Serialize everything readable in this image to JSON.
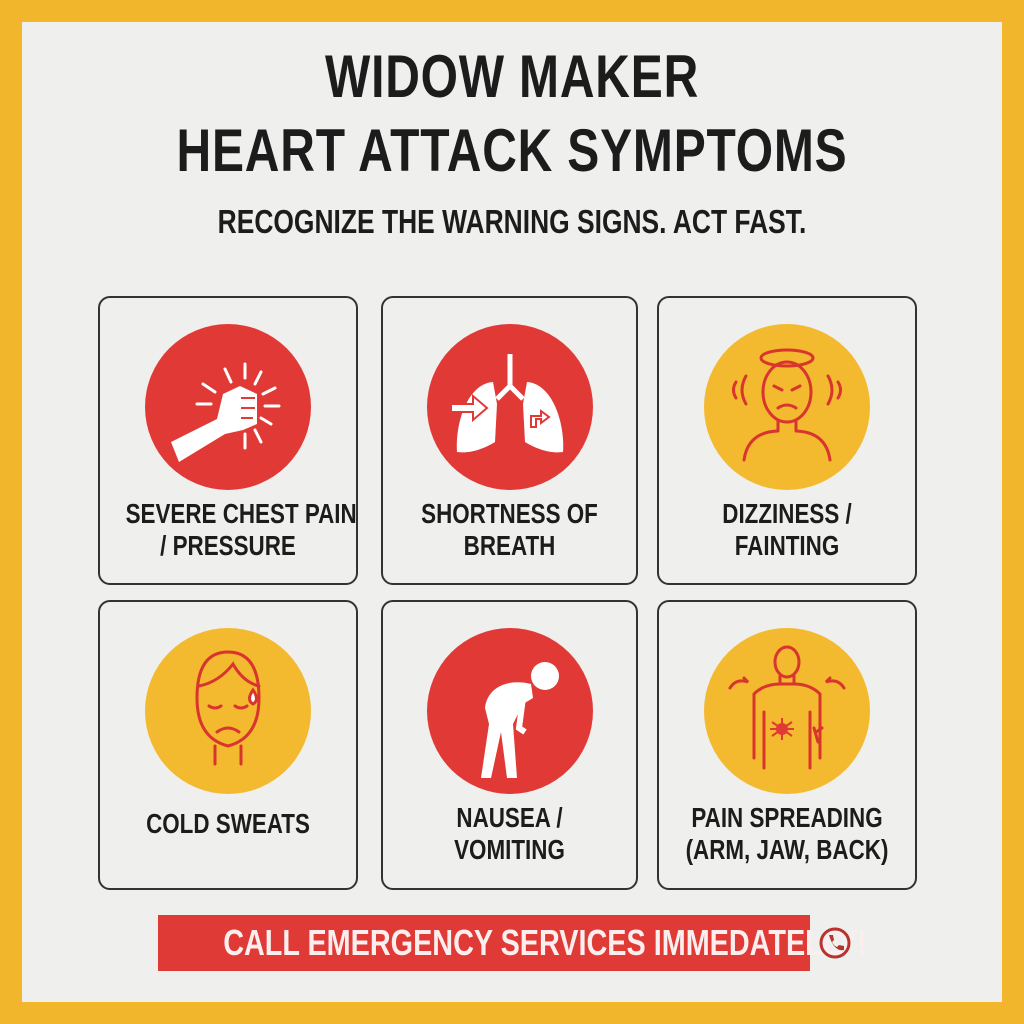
{
  "title_line1": "WIDOW MAKER",
  "title_line2": "HEART ATTACK SYMPTOMS",
  "subtitle": "RECOGNIZE THE WARNING SIGNS. ACT FAST.",
  "symptoms": [
    {
      "label_line1": "SEVERE CHEST PAIN",
      "label_line2": "/ PRESSURE",
      "icon": "fist-chest-pain-icon",
      "color": "#e13a36"
    },
    {
      "label_line1": "SHORTNESS OF",
      "label_line2": "BREATH",
      "icon": "lungs-icon",
      "color": "#e13a36"
    },
    {
      "label_line1": "DIZZINESS /",
      "label_line2": "FAINTING",
      "icon": "dizzy-person-icon",
      "color": "#f3b92f"
    },
    {
      "label_line1": "COLD SWEATS",
      "label_line2": "",
      "icon": "sweating-face-icon",
      "color": "#f3b92f"
    },
    {
      "label_line1": "NAUSEA /",
      "label_line2": "VOMITING",
      "icon": "bent-over-person-icon",
      "color": "#e13a36"
    },
    {
      "label_line1": "PAIN SPREADING",
      "label_line2": "(ARM, JAW, BACK)",
      "icon": "radiating-pain-torso-icon",
      "color": "#f3b92f"
    }
  ],
  "banner": "CALL EMERGENCY SERVICES IMMEDATELLY!",
  "colors": {
    "border": "#f2b62c",
    "red": "#e13a36",
    "yellow": "#f3b92f",
    "background": "#efefee"
  }
}
